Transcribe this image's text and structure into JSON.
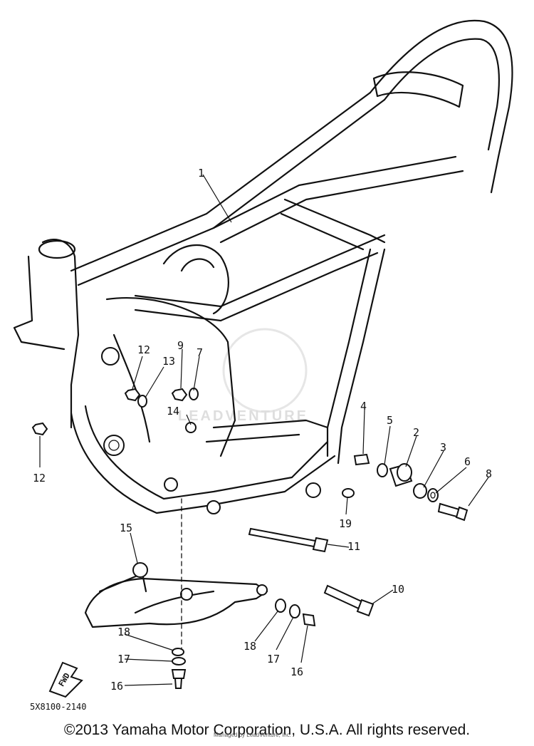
{
  "diagram": {
    "figure_code": "5X8100-2140",
    "copyright": "©2013 Yamaha Motor Corporation, U.S.A. All rights reserved.",
    "watermark": {
      "brand": "LEADVENTURE",
      "sub": "Managed by LeadVenture, Inc."
    },
    "fwd_label": "FWD",
    "part_labels": [
      "1",
      "2",
      "3",
      "4",
      "5",
      "6",
      "7",
      "8",
      "9",
      "10",
      "11",
      "12",
      "12",
      "13",
      "14",
      "15",
      "16",
      "16",
      "17",
      "17",
      "18",
      "18",
      "19"
    ]
  }
}
